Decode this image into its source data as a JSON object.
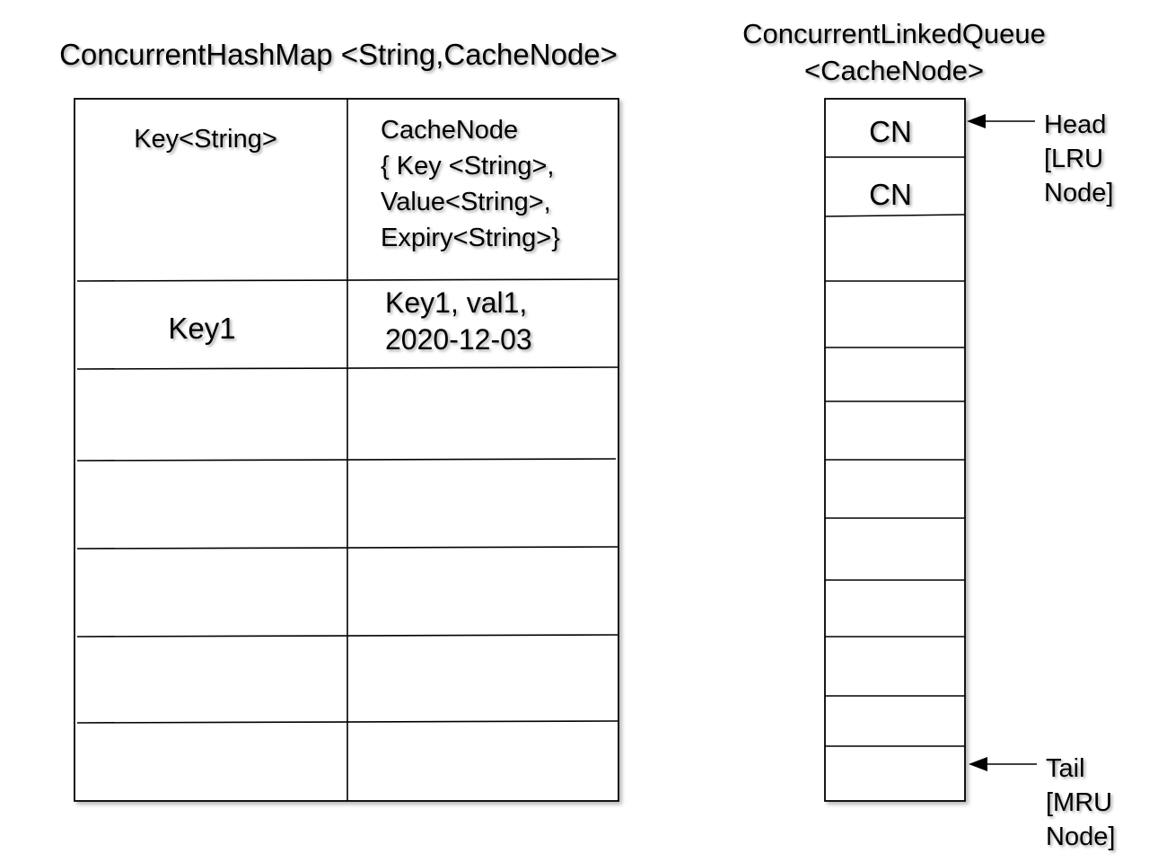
{
  "map": {
    "title": "ConcurrentHashMap <String,CacheNode>",
    "header_key": "Key<String>",
    "header_value_lines": [
      "CacheNode",
      "{ Key <String>,",
      "Value<String>,",
      "Expiry<String>}"
    ],
    "row1_key": "Key1",
    "row1_value_lines": [
      "Key1, val1,",
      "2020-12-03"
    ]
  },
  "queue": {
    "title_line1": "ConcurrentLinkedQueue",
    "title_line2": "<CacheNode>",
    "cells": [
      "CN",
      "CN"
    ],
    "head_label_lines": [
      "Head",
      "[LRU",
      "Node]"
    ],
    "tail_label_lines": [
      "Tail",
      "[MRU",
      "Node]"
    ]
  }
}
